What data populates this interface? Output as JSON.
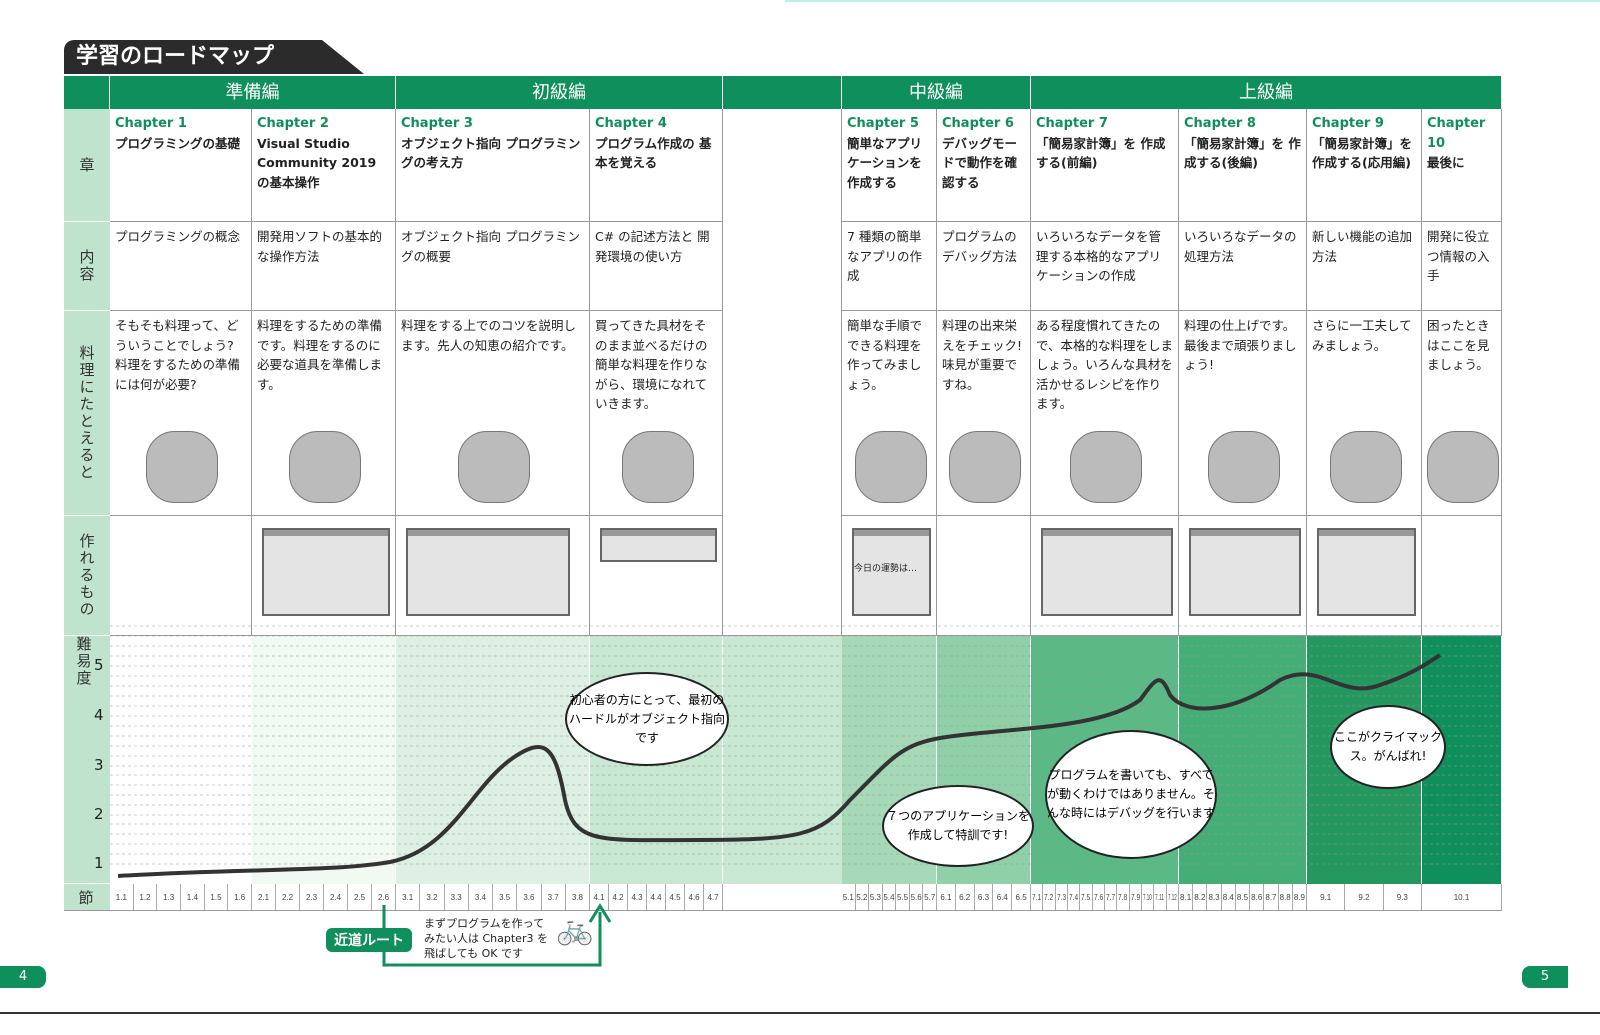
{
  "title": "学習のロードマップ",
  "bands": [
    "準備編",
    "初級編",
    "中級編",
    "上級編"
  ],
  "row_labels": {
    "chapter": "章",
    "content": "内容",
    "cooking": "料理にたとえると",
    "make": "作れるもの",
    "difficulty": "難易度",
    "section": "節"
  },
  "chapters": [
    {
      "no": "Chapter 1",
      "title": "プログラミングの基礎",
      "content": "プログラミングの概念",
      "cooking": "そもそも料理って、どういうことでしょう?料理をするための準備には何が必要?",
      "sections": [
        "1.1",
        "1.2",
        "1.3",
        "1.4",
        "1.5",
        "1.6"
      ]
    },
    {
      "no": "Chapter 2",
      "title": "Visual Studio Community 2019 の基本操作",
      "content": "開発用ソフトの基本的な操作方法",
      "cooking": "料理をするための準備です。料理をするのに必要な道具を準備します。",
      "sections": [
        "2.1",
        "2.2",
        "2.3",
        "2.4",
        "2.5",
        "2.6"
      ]
    },
    {
      "no": "Chapter 3",
      "title": "オブジェクト指向 プログラミングの考え方",
      "content": "オブジェクト指向 プログラミングの概要",
      "cooking": "料理をする上でのコツを説明します。先人の知恵の紹介です。",
      "sections": [
        "3.1",
        "3.2",
        "3.3",
        "3.4",
        "3.5",
        "3.6",
        "3.7",
        "3.8"
      ]
    },
    {
      "no": "Chapter 4",
      "title": "プログラム作成の 基本を覚える",
      "content": "C# の記述方法と 開発環境の使い方",
      "cooking": "買ってきた具材をそのまま並べるだけの簡単な料理を作りながら、環境になれていきます。",
      "sections": [
        "4.1",
        "4.2",
        "4.3",
        "4.4",
        "4.5",
        "4.6",
        "4.7"
      ]
    },
    {
      "no": "Chapter 5",
      "title": "簡単なアプリケーションを作成する",
      "content": "7 種類の簡単なアプリの作成",
      "cooking": "簡単な手順でできる料理を作ってみましょう。",
      "sections": [
        "5.1",
        "5.2",
        "5.3",
        "5.4",
        "5.5",
        "5.6",
        "5.7"
      ]
    },
    {
      "no": "Chapter 6",
      "title": "デバッグモードで動作を確認する",
      "content": "プログラムのデバッグ方法",
      "cooking": "料理の出来栄えをチェック!味見が重要ですね。",
      "sections": [
        "6.1",
        "6.2",
        "6.3",
        "6.4",
        "6.5"
      ]
    },
    {
      "no": "Chapter 7",
      "title": "「簡易家計簿」を 作成する(前編)",
      "content": "いろいろなデータを管理する本格的なアプリケーションの作成",
      "cooking": "ある程度慣れてきたので、本格的な料理をしましょう。いろんな具材を活かせるレシピを作ります。",
      "sections": [
        "7.1",
        "7.2",
        "7.3",
        "7.4",
        "7.5",
        "7.6",
        "7.7",
        "7.8",
        "7.9",
        "7.10",
        "7.11",
        "7.12"
      ]
    },
    {
      "no": "Chapter 8",
      "title": "「簡易家計簿」を 作成する(後編)",
      "content": "いろいろなデータの処理方法",
      "cooking": "料理の仕上げです。最後まで頑張りましょう!",
      "sections": [
        "8.1",
        "8.2",
        "8.3",
        "8.4",
        "8.5",
        "8.6",
        "8.7",
        "8.8",
        "8.9"
      ]
    },
    {
      "no": "Chapter 9",
      "title": "「簡易家計簿」を 作成する(応用編)",
      "content": "新しい機能の追加方法",
      "cooking": "さらに一工夫してみましょう。",
      "sections": [
        "9.1",
        "9.2",
        "9.3"
      ]
    },
    {
      "no": "Chapter 10",
      "title": "最後に",
      "content": "開発に役立つ情報の入手",
      "cooking": "困ったときはここを見ましょう。",
      "sections": [
        "10.1"
      ]
    }
  ],
  "difficulty_ticks": [
    "5",
    "4",
    "3",
    "2",
    "1"
  ],
  "bubbles": [
    "初心者の方にとって、最初のハードルがオブジェクト指向です",
    "７つのアプリケーションを作成して特訓です!",
    "プログラムを書いても、すべてが動くわけではありません。そんな時にはデバッグを行います",
    "ここがクライマックス。がんばれ!"
  ],
  "window_text": "今日の運勢は…",
  "shortcut": {
    "label": "近道ルート",
    "note": "まずプログラムを作ってみたい人は Chapter3 を飛ばしても OK です"
  },
  "pages": [
    "4",
    "5"
  ],
  "colors": {
    "accent": "#0e8f5c",
    "label_bg": "#bfe3cc"
  }
}
